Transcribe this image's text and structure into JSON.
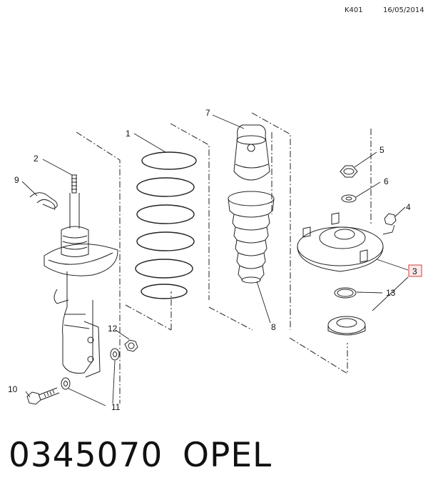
{
  "header": {
    "code": "K401",
    "date": "16/05/2014"
  },
  "callouts": {
    "c1": "1",
    "c2": "2",
    "c3": "3",
    "c4": "4",
    "c5": "5",
    "c6": "6",
    "c7": "7",
    "c8": "8",
    "c9": "9",
    "c10": "10",
    "c11": "11",
    "c12": "12",
    "c13": "13"
  },
  "highlight_color": "#d83a3a",
  "footer": {
    "part_number": "0345070",
    "brand": "OPEL"
  }
}
